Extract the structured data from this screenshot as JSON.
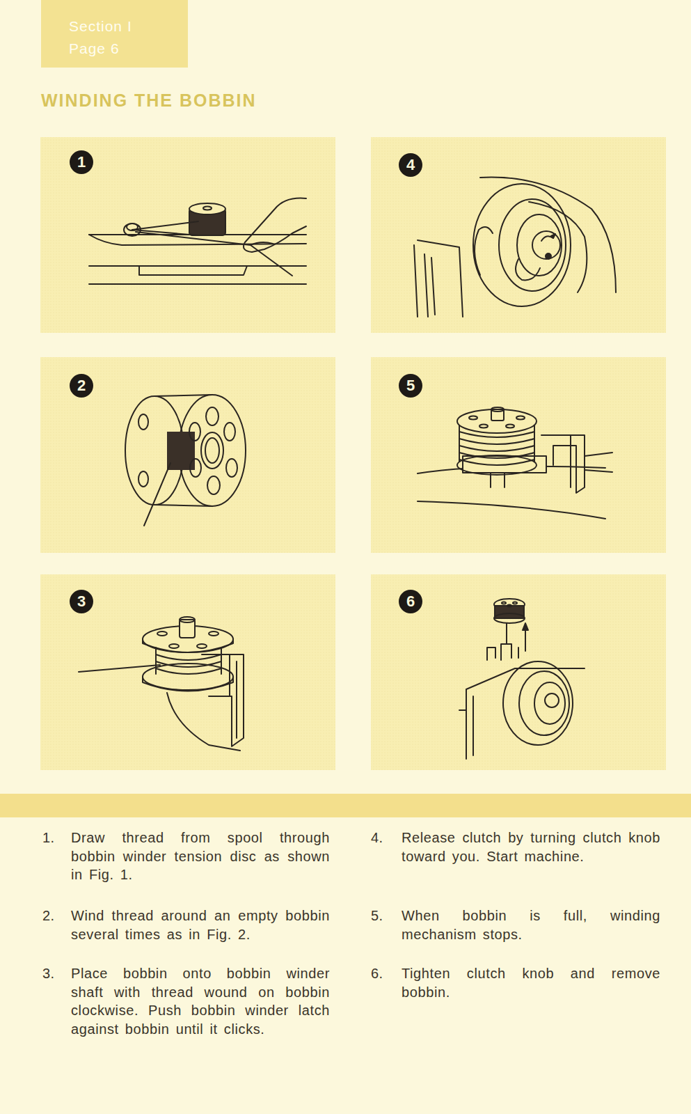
{
  "diagram": {
    "title": "WINDING THE BOBBIN",
    "nodes": [
      {
        "text": [
          "Section I",
          "Page 6"
        ]
      },
      {
        "text": [
          "1"
        ]
      },
      {
        "text": [
          "2"
        ]
      },
      {
        "text": [
          "3"
        ]
      },
      {
        "text": [
          "4"
        ]
      },
      {
        "text": [
          "5"
        ]
      },
      {
        "text": [
          "6"
        ]
      }
    ],
    "labels": [
      "1.",
      "Draw thread from spool through bobbin winder tension disc as shown in Fig. 1.",
      "2.",
      "Wind thread around an empty bobbin several times as in Fig. 2.",
      "3.",
      "Place bobbin onto bobbin winder shaft with thread wound on bobbin clockwise. Push bobbin winder latch against bobbin until it clicks.",
      "4.",
      "Release clutch by turning clutch knob toward you. Start machine.",
      "5.",
      "When bobbin is full, winding mechanism stops.",
      "6.",
      "Tighten clutch knob and remove bobbin."
    ]
  }
}
